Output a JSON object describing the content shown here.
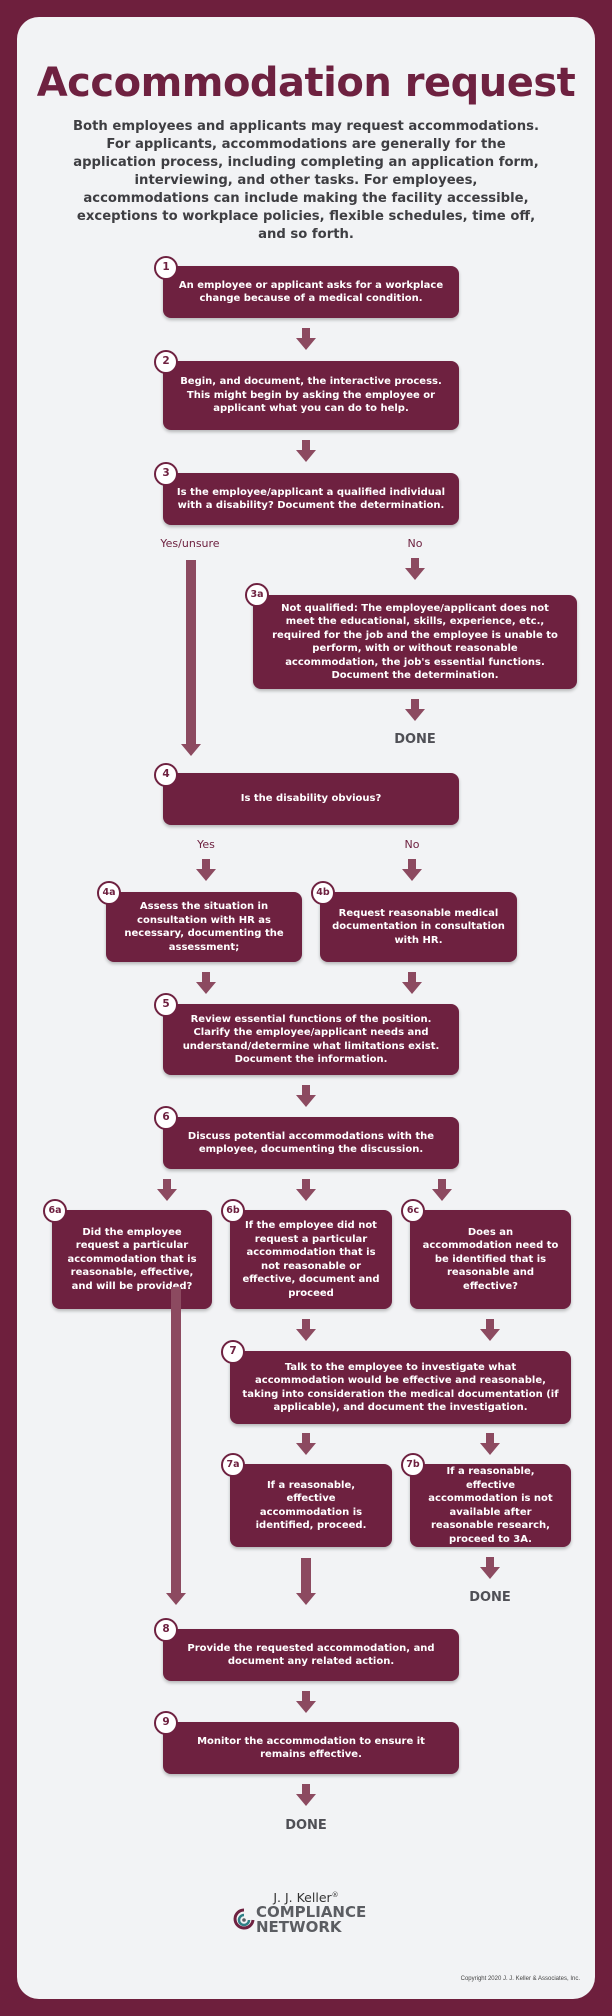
{
  "title": "Accommodation request",
  "intro": "Both employees and applicants may request accommodations. For applicants, accommodations are generally for the application process, including completing an application form, interviewing, and other tasks. For employees, accommodations can include making the facility accessible, exceptions to workplace policies, flexible schedules, time off, and so forth.",
  "steps": {
    "s1": {
      "num": "1",
      "text": "An employee or applicant asks for a workplace change because of a medical condition."
    },
    "s2": {
      "num": "2",
      "text": "Begin, and document, the interactive process. This might begin by asking the employee or applicant what you can do to help."
    },
    "s3": {
      "num": "3",
      "text": "Is the employee/applicant a qualified individual with a disability? Document the determination."
    },
    "s3a": {
      "num": "3a",
      "bold": "Not qualified:",
      "text": " The employee/applicant does not meet the educational, skills, experience, etc., required for the job and the employee is unable to perform, with or without reasonable accommodation, the job's essential functions. Document the determination."
    },
    "s4": {
      "num": "4",
      "text": "Is the disability obvious?"
    },
    "s4a": {
      "num": "4a",
      "text": "Assess the situation in consultation with HR as necessary, documenting the assessment;"
    },
    "s4b": {
      "num": "4b",
      "text": "Request reasonable medical documentation in consultation with HR."
    },
    "s5": {
      "num": "5",
      "text": "Review essential functions of the position. Clarify the employee/applicant needs and understand/determine what limitations exist. Document the information."
    },
    "s6": {
      "num": "6",
      "text": "Discuss potential accommodations with the employee, documenting the discussion."
    },
    "s6a": {
      "num": "6a",
      "text": "Did the employee request a particular accommodation that is reasonable, effective, and will be provided?"
    },
    "s6b": {
      "num": "6b",
      "text": "If the employee did not request a particular accommodation that is not reasonable or effective, document and proceed"
    },
    "s6c": {
      "num": "6c",
      "text": "Does an accommodation need to be identified that is reasonable and effective?"
    },
    "s7": {
      "num": "7",
      "text": "Talk to the employee to investigate what accommodation would be effective and reasonable, taking into consideration the medical documentation (if applicable), and document the investigation."
    },
    "s7a": {
      "num": "7a",
      "text": "If a reasonable, effective accommodation is identified, proceed."
    },
    "s7b": {
      "num": "7b",
      "text": "If a reasonable, effective accommodation is not available after reasonable research, proceed to 3A."
    },
    "s8": {
      "num": "8",
      "text": "Provide the requested accommodation, and document any related action."
    },
    "s9": {
      "num": "9",
      "text": "Monitor the accommodation to ensure it remains effective."
    }
  },
  "labels": {
    "yes_unsure": "Yes/unsure",
    "no": "No",
    "yes": "Yes",
    "no2": "No",
    "done": "DONE"
  },
  "logo": {
    "top": "J. J. Keller",
    "reg": "®",
    "line1": "COMPLIANCE",
    "line2": "NETWORK",
    "icon": "jjkeller-swirl-logo"
  },
  "copyright": "Copyright 2020 J. J. Keller & Associates, Inc.",
  "colors": {
    "primary": "#6e2140",
    "arrow": "#8c4a60",
    "background": "#f2f3f5"
  }
}
